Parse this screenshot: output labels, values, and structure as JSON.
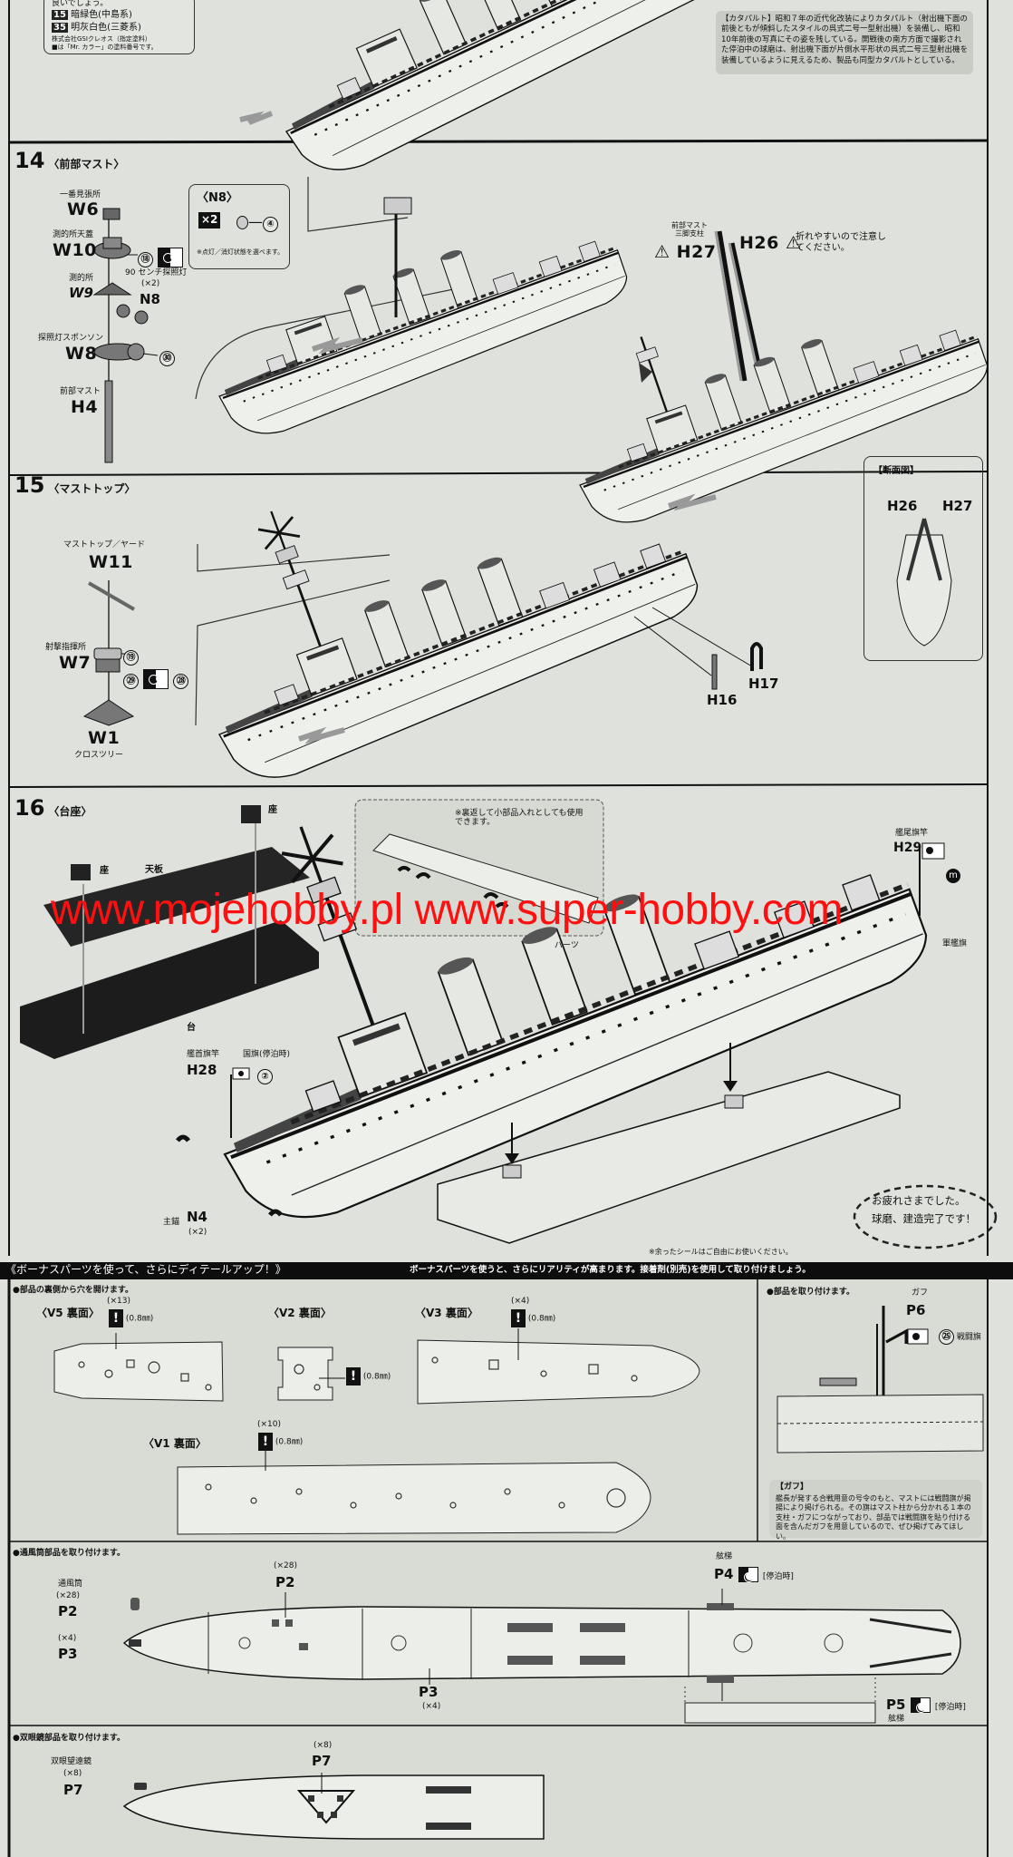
{
  "paint_note": {
    "intro": "良いでしょう。",
    "colors": [
      {
        "code": "15",
        "name": "暗緑色(中島系)"
      },
      {
        "code": "35",
        "name": "明灰白色(三菱系)"
      }
    ],
    "maker": "株式会社GSIクレオス（指定塗料）",
    "footnote": "■は「Mr. カラー」の塗料番号です。"
  },
  "catapult_note": "【カタパルト】昭和７年の近代化改装によりカタパルト（射出機下面の前後ともが傾斜したスタイルの呉式二号一型射出機）を装備し、昭和10年前後の写真にその姿を残している。開戦後の南方方面で撮影された停泊中の球磨は、射出機下面が片側水平形状の呉式二号三型射出機を装備しているように見えるため、製品も同型カタパルトとしている。",
  "step14": {
    "number": "14",
    "title": "〈前部マスト〉",
    "w6": {
      "desc": "一番見張所",
      "id": "W6"
    },
    "w10": {
      "desc": "測的所天蓋",
      "id": "W10",
      "decal": "⑱"
    },
    "w9": {
      "desc": "測的所",
      "id": "W9"
    },
    "n8": {
      "desc": "90 センチ探照灯",
      "qty": "(×2)",
      "id": "N8"
    },
    "w8": {
      "desc": "探照灯スポンソン",
      "id": "W8",
      "decal": "㉚"
    },
    "h4": {
      "desc": "前部マスト",
      "id": "H4"
    },
    "inset": {
      "title": "〈N8〉",
      "qty": "×2",
      "decal": "④",
      "note": "※点灯／消灯状態を選べます。"
    },
    "h27": {
      "desc": "前部マスト三脚支柱",
      "id": "H27"
    },
    "h26": {
      "id": "H26",
      "caution": "折れやすいので注意してください。"
    }
  },
  "step15": {
    "number": "15",
    "title": "〈マストトップ〉",
    "w11": {
      "desc": "マストトップ／ヤード",
      "id": "W11"
    },
    "w7": {
      "desc": "射撃指揮所",
      "id": "W7",
      "decals": [
        "⑲",
        "㉙",
        "㉘"
      ]
    },
    "w1": {
      "id": "W1",
      "desc": "クロスツリー"
    },
    "h16": "H16",
    "h17": "H17",
    "section": {
      "title": "【断面図】",
      "left": "H26",
      "right": "H27"
    }
  },
  "step16": {
    "number": "16",
    "title": "〈台座〉",
    "seat_label": "座",
    "top_plate": "天板",
    "base": "台",
    "tray_note": "※裏返して小部品入れとしても使用できます。",
    "tray_parts": "パーツ",
    "h29": {
      "desc": "艦尾旗竿",
      "id": "H29",
      "decal": "m",
      "flag": "軍艦旗"
    },
    "h28": {
      "desc": "艦首旗竿",
      "id": "H28",
      "flag": "国旗(停泊時)",
      "decal": "②"
    },
    "n4": {
      "desc": "主錨",
      "id": "N4",
      "qty": "(×2)"
    },
    "complete_1": "お疲れさまでした。",
    "complete_2": "球磨、建造完了です！",
    "leftover": "※余ったシールはご自由にお使いください。"
  },
  "watermark": "www.mojehobby.pl www.super-hobby.com",
  "bonus": {
    "title": "《ボーナスパーツを使って、さらにディテールアップ！》",
    "subtitle": "ボーナスパーツを使うと、さらにリアリティが高まります。接着剤(別売)を使用して取り付けましょう。",
    "drill": {
      "title": "●部品の裏側から穴を開けます。",
      "v5": {
        "label": "〈V5 裏面〉",
        "qty": "(×13)",
        "size": "(0.8㎜)"
      },
      "v2": {
        "label": "〈V2 裏面〉",
        "size": "(0.8㎜)"
      },
      "v3": {
        "label": "〈V3 裏面〉",
        "qty": "(×4)",
        "size": "(0.8㎜)"
      },
      "v1": {
        "label": "〈V1 裏面〉",
        "qty": "(×10)",
        "size": "(0.8㎜)"
      },
      "drill_mark": "!"
    },
    "attach": {
      "title": "●部品を取り付けます。",
      "p6_desc": "ガフ",
      "p6": "P6",
      "decal": "㉕",
      "flag": "戦闘旗",
      "note_title": "【ガフ】",
      "note": "艦長が発する合戦用意の号令のもと、マストには戦闘旗が掲揚により掲げられる。その旗はマスト柱から分かれる１本の支柱・ガフにつながっており、部品では戦闘旗を貼り付ける面を含んだガフを用意しているので、ぜひ掲げてみてほしい。"
    },
    "vent": {
      "title": "●通風筒部品を取り付けます。",
      "p2_desc": "通風筒",
      "p2_qty": "(×28)",
      "p2": "P2",
      "p3_qty": "(×4)",
      "p3": "P3",
      "p4_desc": "舷梯",
      "p4": "P4",
      "p5": "P5",
      "p5_desc": "舷梯",
      "moored": "[停泊時]"
    },
    "binocular": {
      "title": "●双眼鏡部品を取り付けます。",
      "p7_desc": "双眼望遠鏡",
      "p7_qty": "(×8)",
      "p7": "P7"
    }
  }
}
